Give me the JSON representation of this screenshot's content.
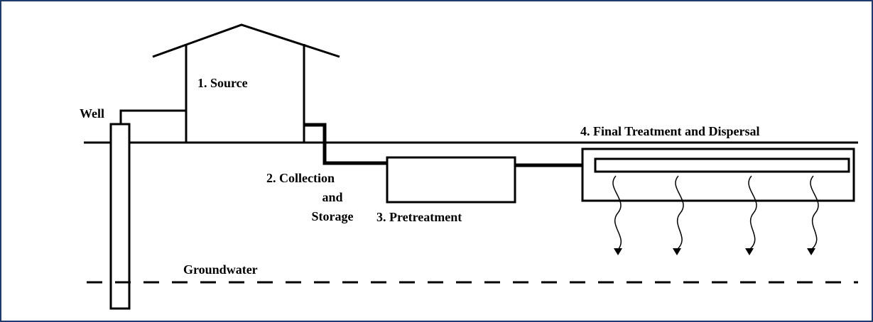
{
  "labels": {
    "source": "1.  Source",
    "well": "Well",
    "collection_line1": "2.  Collection",
    "collection_line2": "and",
    "collection_line3": "Storage",
    "pretreatment": "3.  Pretreatment",
    "final": "4.  Final Treatment and Dispersal",
    "groundwater": "Groundwater"
  },
  "colors": {
    "frame_border": "#1f3b6e",
    "ink": "#000000"
  }
}
